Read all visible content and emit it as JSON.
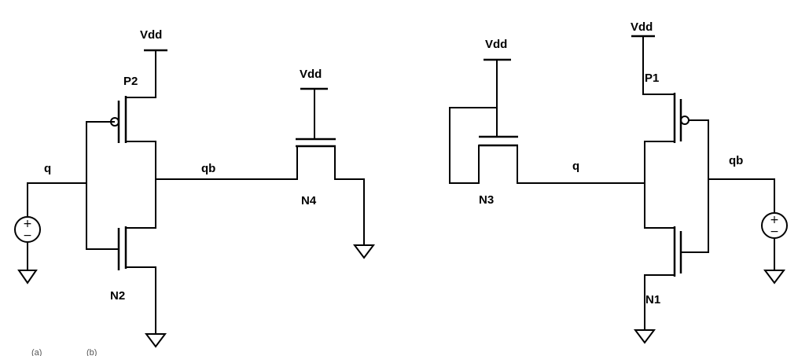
{
  "left_circuit": {
    "supply_p2": "Vdd",
    "supply_n4": "Vdd",
    "transistor_p2": "P2",
    "transistor_n2": "N2",
    "transistor_n4": "N4",
    "node_in": "q",
    "node_out": "qb",
    "caption": "(a)"
  },
  "right_circuit": {
    "supply_n3": "Vdd",
    "supply_p1": "Vdd",
    "transistor_p1": "P1",
    "transistor_n1": "N1",
    "transistor_n3": "N3",
    "node_q": "q",
    "node_qb": "qb",
    "caption": "(b)"
  },
  "source_symbol": {
    "plus": "+",
    "minus": "−"
  }
}
